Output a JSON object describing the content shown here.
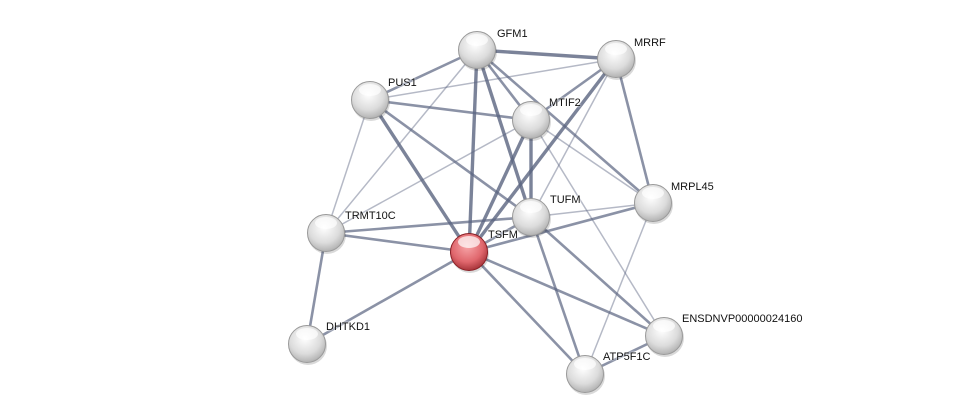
{
  "network": {
    "query_color": "#d9585f",
    "node_color": "#e4e4e4",
    "edge_color": "#5a6480",
    "nodes": [
      {
        "id": "GFM1",
        "label": "GFM1",
        "query": false
      },
      {
        "id": "MRRF",
        "label": "MRRF",
        "query": false
      },
      {
        "id": "PUS1",
        "label": "PUS1",
        "query": false
      },
      {
        "id": "MTIF2",
        "label": "MTIF2",
        "query": false
      },
      {
        "id": "MRPL45",
        "label": "MRPL45",
        "query": false
      },
      {
        "id": "TUFM",
        "label": "TUFM",
        "query": false
      },
      {
        "id": "TRMT10C",
        "label": "TRMT10C",
        "query": false
      },
      {
        "id": "TSFM",
        "label": "TSFM",
        "query": true
      },
      {
        "id": "DHTKD1",
        "label": "DHTKD1",
        "query": false
      },
      {
        "id": "ENSDNVP00000024160",
        "label": "ENSDNVP00000024160",
        "query": false
      },
      {
        "id": "ATP5F1C",
        "label": "ATP5F1C",
        "query": false
      }
    ],
    "edges": [
      [
        "GFM1",
        "MRRF",
        3
      ],
      [
        "GFM1",
        "PUS1",
        2
      ],
      [
        "GFM1",
        "MTIF2",
        2
      ],
      [
        "GFM1",
        "TSFM",
        3
      ],
      [
        "GFM1",
        "TUFM",
        3
      ],
      [
        "GFM1",
        "MRPL45",
        2
      ],
      [
        "GFM1",
        "TRMT10C",
        1
      ],
      [
        "MRRF",
        "PUS1",
        1
      ],
      [
        "MRRF",
        "MTIF2",
        2
      ],
      [
        "MRRF",
        "TSFM",
        3
      ],
      [
        "MRRF",
        "TUFM",
        1
      ],
      [
        "MRRF",
        "MRPL45",
        2
      ],
      [
        "PUS1",
        "MTIF2",
        2
      ],
      [
        "PUS1",
        "TSFM",
        3
      ],
      [
        "PUS1",
        "TUFM",
        2
      ],
      [
        "PUS1",
        "TRMT10C",
        1
      ],
      [
        "MTIF2",
        "TSFM",
        3
      ],
      [
        "MTIF2",
        "TUFM",
        3
      ],
      [
        "MTIF2",
        "MRPL45",
        1
      ],
      [
        "MTIF2",
        "TRMT10C",
        1
      ],
      [
        "MTIF2",
        "ENSDNVP00000024160",
        1
      ],
      [
        "TUFM",
        "TRMT10C",
        2
      ],
      [
        "TUFM",
        "MRPL45",
        1
      ],
      [
        "TUFM",
        "ENSDNVP00000024160",
        2
      ],
      [
        "TUFM",
        "ATP5F1C",
        2
      ],
      [
        "TUFM",
        "TSFM",
        2
      ],
      [
        "TSFM",
        "TRMT10C",
        2
      ],
      [
        "TSFM",
        "DHTKD1",
        2
      ],
      [
        "TSFM",
        "MRPL45",
        2
      ],
      [
        "TSFM",
        "ATP5F1C",
        2
      ],
      [
        "TSFM",
        "ENSDNVP00000024160",
        2
      ],
      [
        "TRMT10C",
        "DHTKD1",
        2
      ],
      [
        "MRPL45",
        "ATP5F1C",
        1
      ],
      [
        "ATP5F1C",
        "ENSDNVP00000024160",
        2
      ]
    ]
  }
}
